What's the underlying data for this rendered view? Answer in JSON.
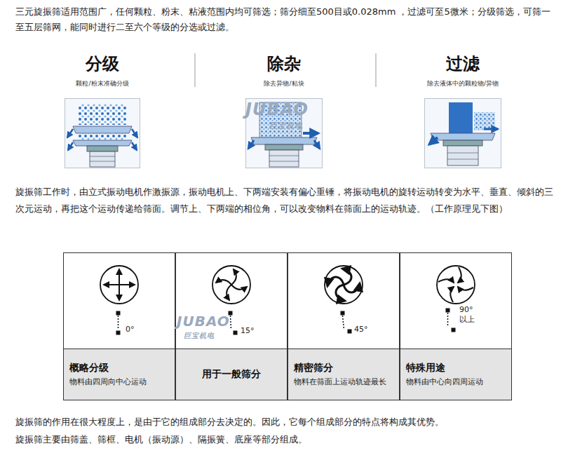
{
  "diagram": {
    "nodes": [
      {
        "text": [
          "分级",
          "颗粒/粉末准确分级"
        ]
      },
      {
        "text": [
          "除杂",
          "除去异物/粘块"
        ]
      },
      {
        "text": [
          "过滤",
          "除去液体中的颗粒物/异物"
        ]
      },
      {
        "text": [
          "0°"
        ]
      },
      {
        "text": [
          "15°"
        ]
      },
      {
        "text": [
          "45°"
        ]
      },
      {
        "text": [
          "90° 以上"
        ]
      },
      {
        "text": [
          "概略分级",
          "物料由四周向中心运动"
        ]
      },
      {
        "text": [
          "用于一般筛分"
        ]
      },
      {
        "text": [
          "精密筛分",
          "物料在筛面上运动轨迹最长"
        ]
      },
      {
        "text": [
          "特殊用途",
          "物料由中心向四周运动"
        ]
      }
    ],
    "labels": [
      "三元旋振筛适用范围广，任何颗粒、粉末、粘液范围内均可筛选；筛分细至500目或0.028mm ，过滤可至5微米；分级筛选，可筛一至五层筛网，能同时进行二至六个等级的分选或过滤。",
      "旋振筛工作时，由立式振动电机作激振源，振动电机上、下两端安装有偏心重锤，将振动电机的旋转运动转变为水平、垂直、倾斜的三次元运动，再把这个运动传递给筛面。调节上、下两端的相位角，可以改变物料在筛面上的运动轨迹。（工作原理见下图）",
      "旋振筛的作用在很大程度上，是由于它的组成部分去决定的。因此，它每个组成部分的特点将构成其优势。",
      "旋振筛主要由筛盖、筛框、电机（振动源）、隔振簧、底座等部分组成。",
      "JUBAO",
      "巨宝机电",
      "JUBAO",
      "巨宝机电"
    ]
  }
}
